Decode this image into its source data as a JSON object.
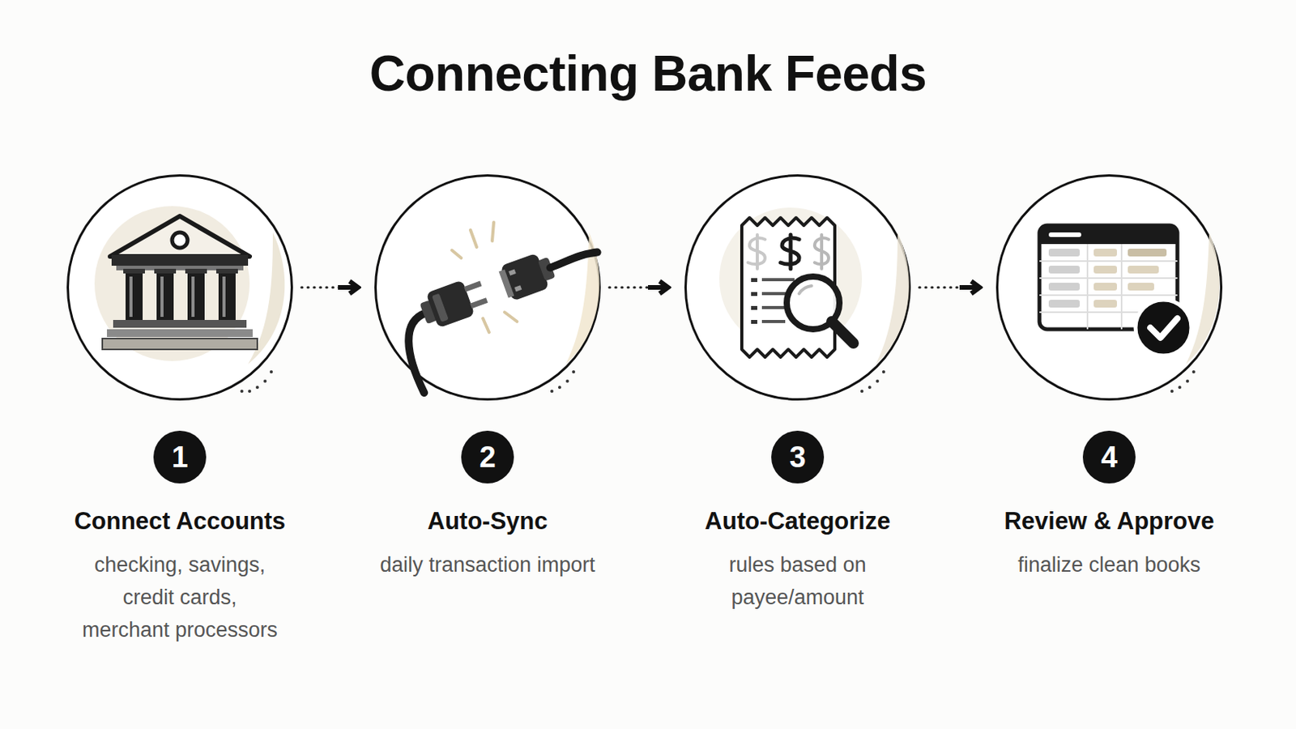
{
  "diagram": {
    "title": "Connecting Bank Feeds",
    "nodes": [
      {
        "text": [
          "Connect Accounts",
          "checking, savings, credit cards, merchant processors"
        ]
      },
      {
        "text": [
          "Auto-Sync",
          "daily transaction import"
        ]
      },
      {
        "text": [
          "Auto-Categorize",
          "rules based on payee/amount"
        ]
      },
      {
        "text": [
          "Review & Approve",
          "finalize clean books"
        ]
      }
    ],
    "edges": [
      {
        "from": 0,
        "to": 1,
        "arrow": "to"
      },
      {
        "from": 1,
        "to": 2,
        "arrow": "to"
      },
      {
        "from": 2,
        "to": 3,
        "arrow": "to"
      }
    ],
    "labels": [
      "1",
      "2",
      "3",
      "4"
    ]
  }
}
